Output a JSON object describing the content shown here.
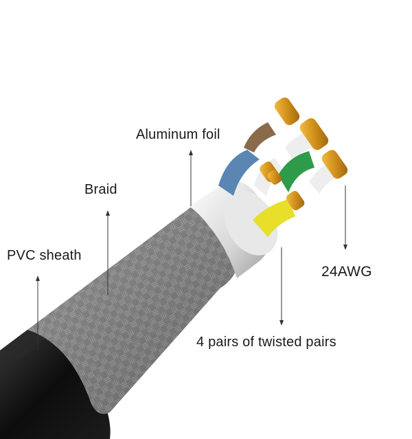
{
  "labels": {
    "aluminum_foil": "Aluminum foil",
    "braid": "Braid",
    "pvc_sheath": "PVC sheath",
    "gauge": "24AWG",
    "twisted_pairs": "4 pairs of twisted pairs"
  },
  "colors": {
    "background": "#ffffff",
    "sheath": "#111111",
    "braid": "#8a8a8a",
    "foil": "#d8d8d8",
    "copper": "#d99a1e",
    "wire_blue": "#5b86b4",
    "wire_brown": "#8b6a4a",
    "wire_green": "#2e9b4a",
    "wire_yellow": "#e8df2a",
    "wire_white": "#eeeeee",
    "leader_line": "#333333"
  },
  "icons": {
    "leader_arrow": "arrow-line"
  }
}
